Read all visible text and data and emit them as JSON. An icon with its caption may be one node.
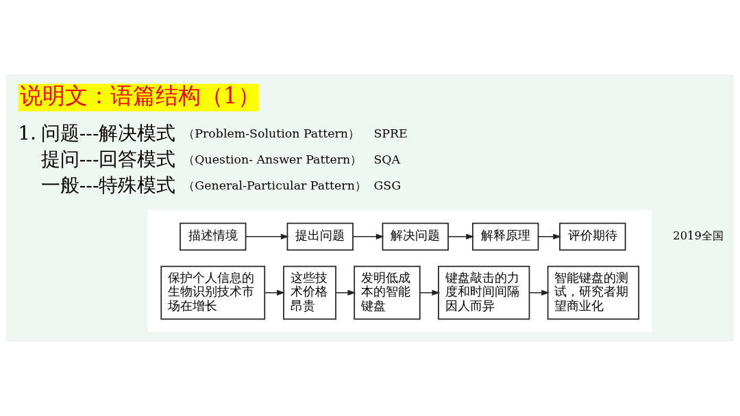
{
  "diagram": {
    "title": "说明文：语篇结构（1）",
    "nodes": [
      {
        "text": [],
        "shape": "box"
      },
      {
        "text": [
          "描述情境"
        ],
        "in": 0
      },
      {
        "text": [
          "提出问题"
        ],
        "in": 0
      },
      {
        "text": [
          "解决问题"
        ],
        "in": 0
      },
      {
        "text": [
          "解释原理"
        ],
        "in": 0
      },
      {
        "text": [
          "评价期待"
        ],
        "in": 0
      },
      {
        "text": [
          "保护个人信息的生物识别技术市场在增长"
        ],
        "in": 0
      },
      {
        "text": [
          "这些技术价格昂贵"
        ],
        "in": 0
      },
      {
        "text": [
          "发明低成本的智能键盘"
        ],
        "in": 0
      },
      {
        "text": [
          "键盘敲击的力度和时间间隔因人而异"
        ],
        "in": 0
      },
      {
        "text": [
          "智能键盘的测试，研究者期望商业化"
        ],
        "in": 0
      }
    ],
    "edges": [
      {
        "from": 1,
        "to": 2,
        "arrow": "to"
      },
      {
        "from": 2,
        "to": 3,
        "arrow": "to"
      },
      {
        "from": 3,
        "to": 4,
        "arrow": "to"
      },
      {
        "from": 4,
        "to": 5,
        "arrow": "to"
      },
      {
        "from": 6,
        "to": 7,
        "arrow": "to"
      },
      {
        "from": 7,
        "to": 8,
        "arrow": "to"
      },
      {
        "from": 8,
        "to": 9,
        "arrow": "to"
      },
      {
        "from": 9,
        "to": 10,
        "arrow": "to"
      }
    ],
    "labels": [
      "1.",
      "问题---解决模式",
      "（Problem-Solution Pattern）",
      "SPRE",
      "提问---回答模式",
      "（Question- Answer Pattern）",
      "SQA",
      "一般---特殊模式",
      "（General-Particular Pattern）",
      "GSG",
      "2019全国"
    ]
  }
}
